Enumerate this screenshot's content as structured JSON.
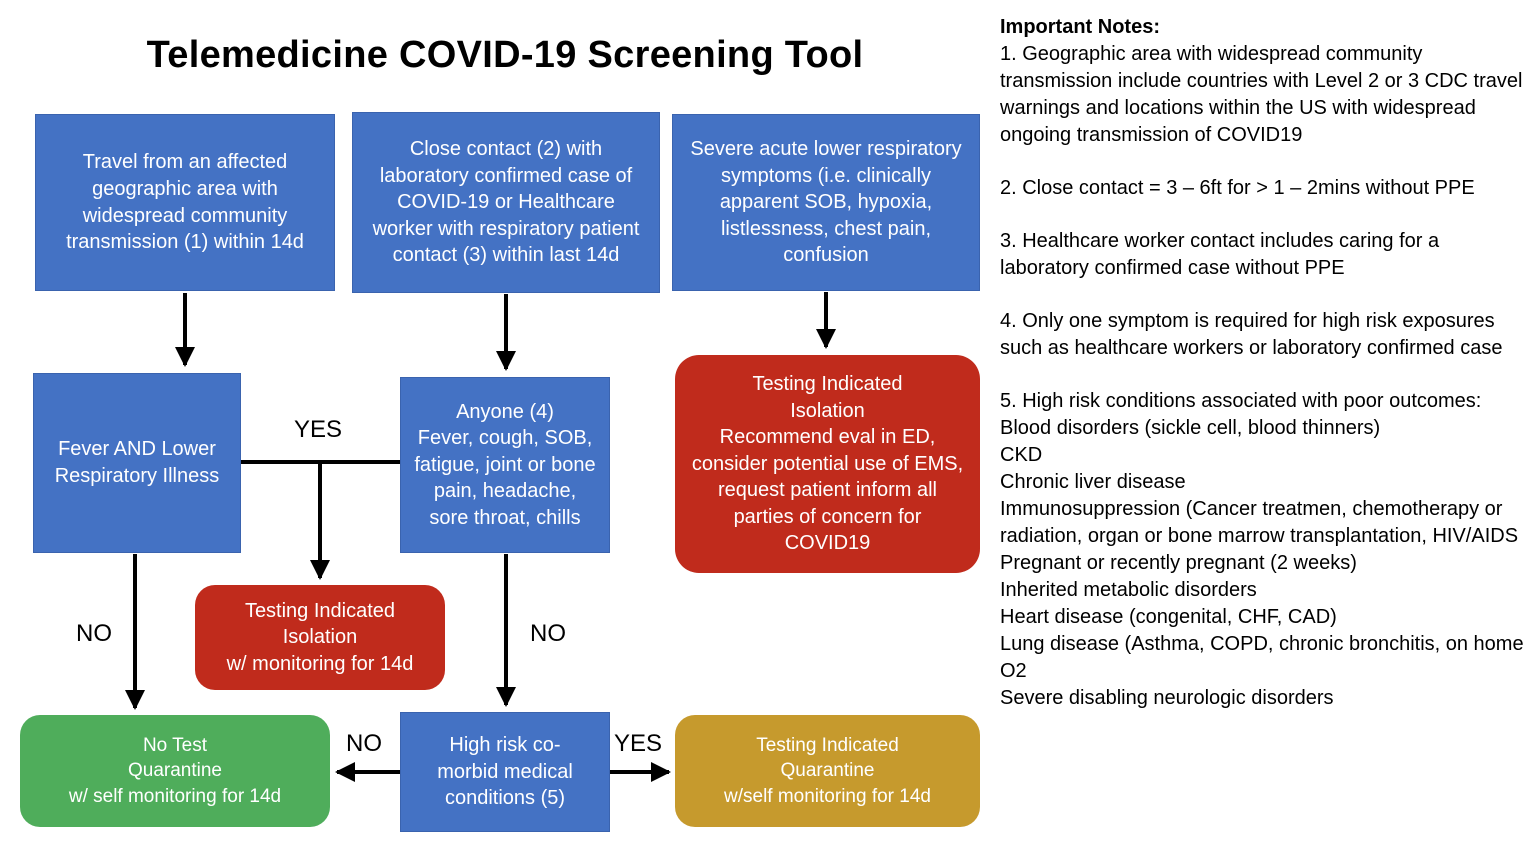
{
  "title": "Telemedicine COVID-19 Screening Tool",
  "palette": {
    "node_blue": "#4472C4",
    "node_red": "#C02B1C",
    "node_green": "#4FAD5B",
    "node_gold": "#C69A2D",
    "arrow_color": "#000000"
  },
  "flowchart": {
    "nodes": {
      "travel": "Travel from an affected geographic area with widespread community transmission (1) within 14d",
      "close_contact": "Close contact (2) with laboratory confirmed case of COVID-19 or Healthcare worker with respiratory patient contact (3) within last 14d",
      "severe_symptoms": "Severe acute lower respiratory symptoms (i.e. clinically apparent SOB, hypoxia, listlessness, chest pain, confusion",
      "fever_lri": "Fever AND Lower Respiratory Illness",
      "anyone_symptoms": "Anyone (4)\nFever, cough, SOB, fatigue, joint or bone pain, headache, sore throat, chills",
      "testing_isolation_ed": "Testing Indicated\nIsolation\nRecommend eval in ED, consider potential use of EMS, request patient inform all parties of concern for COVID19",
      "testing_isolation_monitor": "Testing Indicated\nIsolation\nw/ monitoring for 14d",
      "no_test_quarantine": "No Test\nQuarantine\nw/ self monitoring for 14d",
      "high_risk_comorbid": "High risk co-morbid medical conditions (5)",
      "testing_quarantine": "Testing Indicated\nQuarantine\nw/self monitoring for 14d"
    },
    "labels": {
      "yes_fever": "YES",
      "no_fever": "NO",
      "no_anyone": "NO",
      "no_comorbid": "NO",
      "yes_comorbid": "YES"
    }
  },
  "notes": {
    "title": "Important Notes:",
    "items": [
      "1. Geographic area with widespread community transmission include countries with Level 2 or 3 CDC travel warnings and locations within the US with widespread ongoing transmission of COVID19",
      "2. Close contact = 3 – 6ft for > 1 – 2mins without PPE",
      "3. Healthcare worker contact includes caring for a laboratory confirmed case without PPE",
      "4. Only one symptom is required for high risk exposures such as healthcare workers or laboratory confirmed case",
      "5. High risk conditions associated with poor outcomes:\nBlood disorders (sickle cell, blood thinners)\nCKD\nChronic liver disease\nImmunosuppression (Cancer treatmen, chemotherapy or radiation, organ or bone marrow transplantation, HIV/AIDS\nPregnant or recently pregnant (2 weeks)\nInherited metabolic disorders\nHeart disease (congenital, CHF, CAD)\nLung disease (Asthma, COPD, chronic bronchitis, on home O2\nSevere disabling neurologic disorders"
    ]
  }
}
